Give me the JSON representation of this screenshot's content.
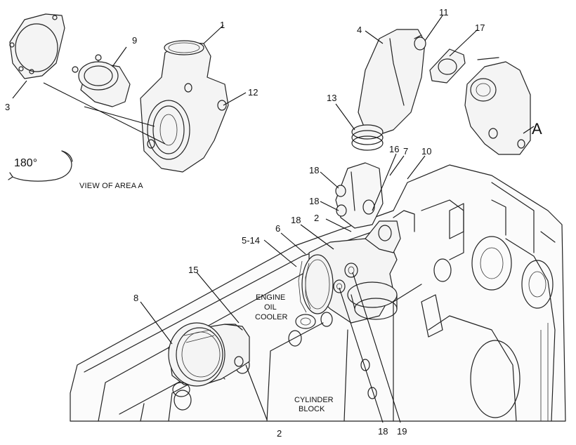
{
  "callouts": {
    "c1": "1",
    "c2_top": "2",
    "c2_bottom": "2",
    "c3": "3",
    "c4": "4",
    "c5_14": "5-14",
    "c6": "6",
    "c7": "7",
    "c8": "8",
    "c9": "9",
    "c10": "10",
    "c11": "11",
    "c12": "12",
    "c13": "13",
    "c15": "15",
    "c16": "16",
    "c17": "17",
    "c18_a": "18",
    "c18_b": "18",
    "c18_c": "18",
    "c18_bottom": "18",
    "c19": "19"
  },
  "area_letter": "A",
  "rotation_label": "180°",
  "view_caption": "VIEW OF AREA  A",
  "engine_oil_cooler": [
    "ENGINE",
    "OIL",
    "COOLER"
  ],
  "cylinder_block": [
    "CYLINDER",
    "BLOCK"
  ]
}
